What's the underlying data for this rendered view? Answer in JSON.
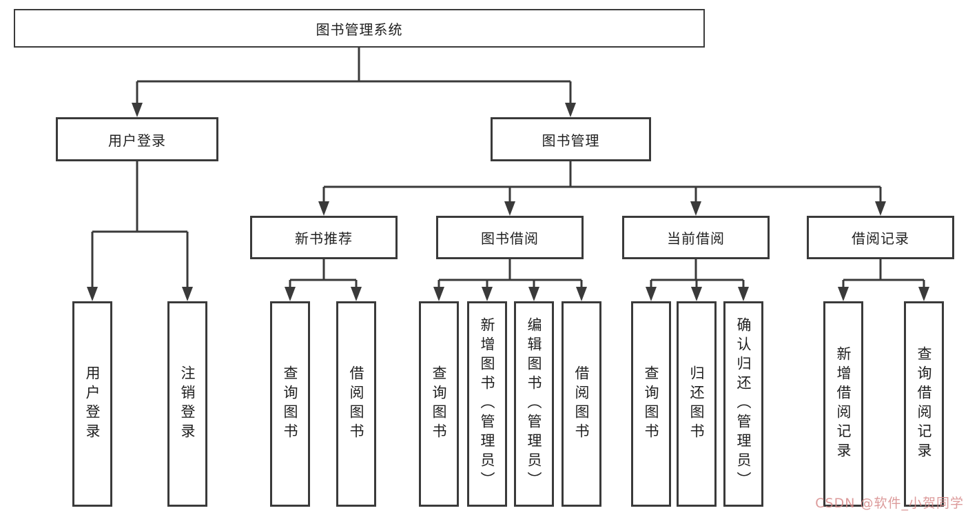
{
  "diagram": {
    "root": {
      "label": "图书管理系统"
    },
    "branches": [
      {
        "label": "用户登录",
        "children": [
          {
            "label": "用户登录"
          },
          {
            "label": "注销登录"
          }
        ]
      },
      {
        "label": "图书管理",
        "children": [
          {
            "label": "新书推荐",
            "children": [
              {
                "label": "查询图书"
              },
              {
                "label": "借阅图书"
              }
            ]
          },
          {
            "label": "图书借阅",
            "children": [
              {
                "label": "查询图书"
              },
              {
                "label": "新增图书（管理员）"
              },
              {
                "label": "编辑图书（管理员）"
              },
              {
                "label": "借阅图书"
              }
            ]
          },
          {
            "label": "当前借阅",
            "children": [
              {
                "label": "查询图书"
              },
              {
                "label": "归还图书"
              },
              {
                "label": "确认归还（管理员）"
              }
            ]
          },
          {
            "label": "借阅记录",
            "children": [
              {
                "label": "新增借阅记录"
              },
              {
                "label": "查询借阅记录"
              }
            ]
          }
        ]
      }
    ]
  },
  "watermark": {
    "text": "CSDN @软件_小贺同学",
    "color": "#d68a8a"
  },
  "colors": {
    "line": "#3a3a3a",
    "text": "#1f1f1f",
    "background": "#ffffff"
  }
}
